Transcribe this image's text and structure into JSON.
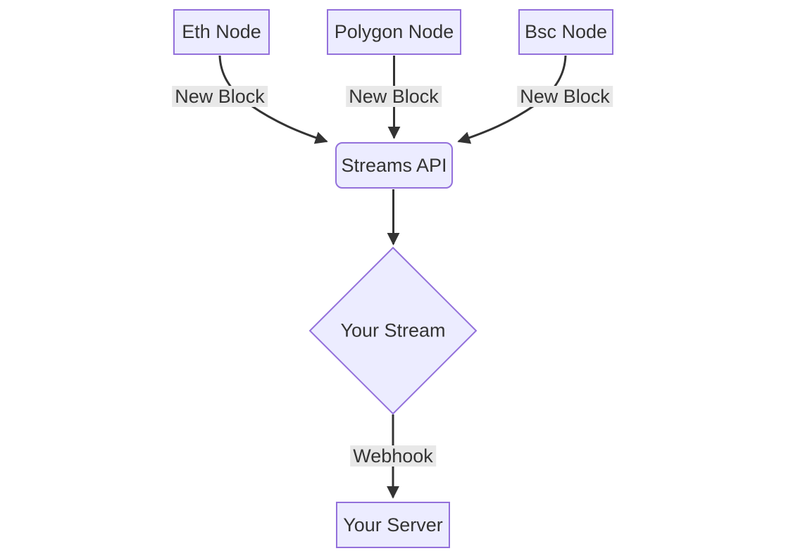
{
  "diagram": {
    "type": "flowchart",
    "direction": "top-down",
    "nodes": [
      {
        "id": "eth",
        "label": "Eth Node",
        "shape": "rectangle"
      },
      {
        "id": "polygon",
        "label": "Polygon Node",
        "shape": "rectangle"
      },
      {
        "id": "bsc",
        "label": "Bsc Node",
        "shape": "rectangle"
      },
      {
        "id": "streams",
        "label": "Streams API",
        "shape": "rounded-rectangle"
      },
      {
        "id": "stream",
        "label": "Your Stream",
        "shape": "diamond"
      },
      {
        "id": "server",
        "label": "Your Server",
        "shape": "rectangle"
      }
    ],
    "edges": [
      {
        "from": "eth",
        "to": "streams",
        "label": "New Block"
      },
      {
        "from": "polygon",
        "to": "streams",
        "label": "New Block"
      },
      {
        "from": "bsc",
        "to": "streams",
        "label": "New Block"
      },
      {
        "from": "streams",
        "to": "stream",
        "label": ""
      },
      {
        "from": "stream",
        "to": "server",
        "label": "Webhook"
      }
    ],
    "colors": {
      "node_fill": "#ECECFF",
      "node_border": "#9370DB",
      "edge_line": "#333333",
      "edge_label_background": "#e8e8e8",
      "text": "#333333",
      "background": "#ffffff"
    }
  }
}
